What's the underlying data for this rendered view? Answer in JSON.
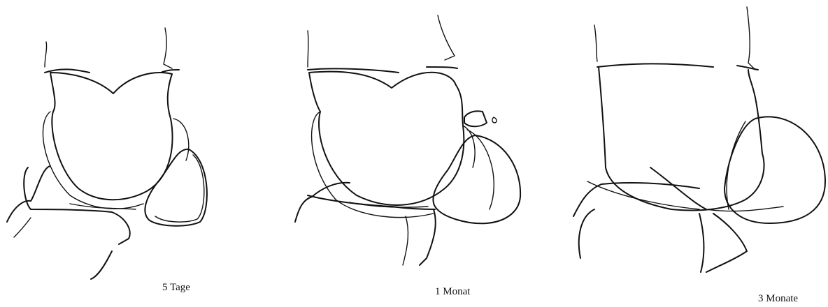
{
  "panels": [
    {
      "caption": "5 Tage"
    },
    {
      "caption": "1 Monat"
    },
    {
      "caption": "3 Monate"
    }
  ]
}
